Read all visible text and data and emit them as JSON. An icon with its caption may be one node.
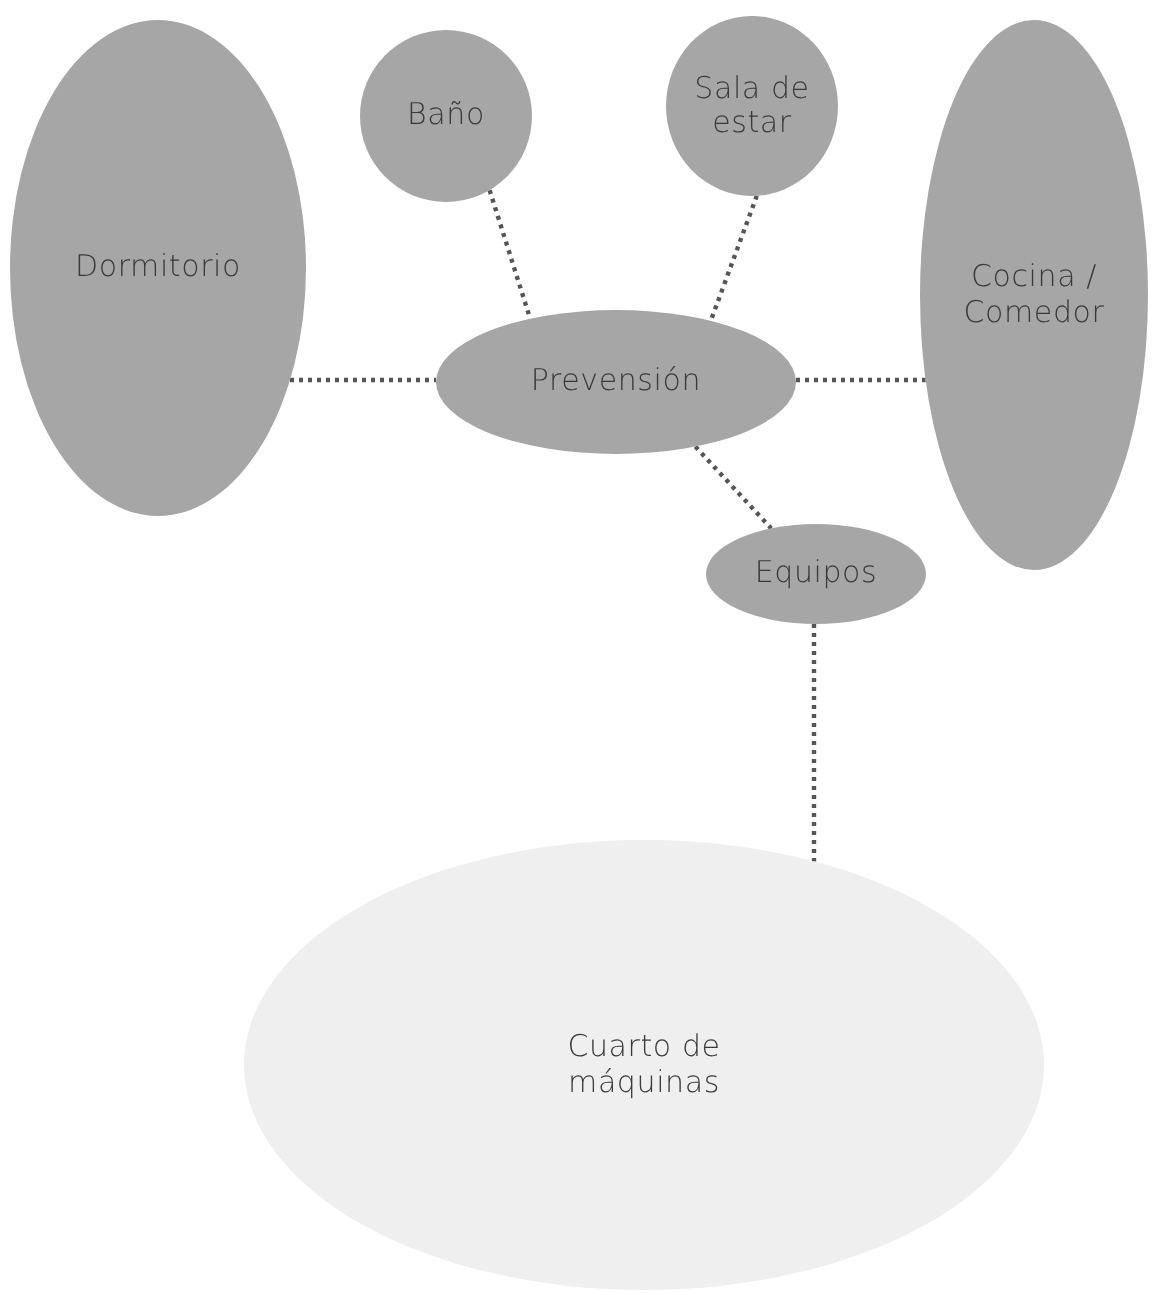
{
  "diagram": {
    "nodes": [
      {
        "text": [
          "Dormitorio"
        ]
      },
      {
        "text": [
          "Baño"
        ]
      },
      {
        "text": [
          "Sala de estar"
        ]
      },
      {
        "text": [
          "Cocina / Comedor"
        ]
      },
      {
        "text": [
          "Prevensión"
        ]
      },
      {
        "text": [
          "Equipos"
        ]
      },
      {
        "text": [
          "Cuarto de máquinas"
        ]
      }
    ],
    "edges": [
      {
        "from": 0,
        "to": 4,
        "arrow": "none",
        "style": "dashed"
      },
      {
        "from": 1,
        "to": 4,
        "arrow": "none",
        "style": "dashed"
      },
      {
        "from": 2,
        "to": 4,
        "arrow": "none",
        "style": "dashed"
      },
      {
        "from": 4,
        "to": 3,
        "arrow": "none",
        "style": "dashed"
      },
      {
        "from": 4,
        "to": 5,
        "arrow": "none",
        "style": "dashed"
      },
      {
        "from": 5,
        "to": 6,
        "arrow": "none",
        "style": "dashed"
      }
    ]
  }
}
